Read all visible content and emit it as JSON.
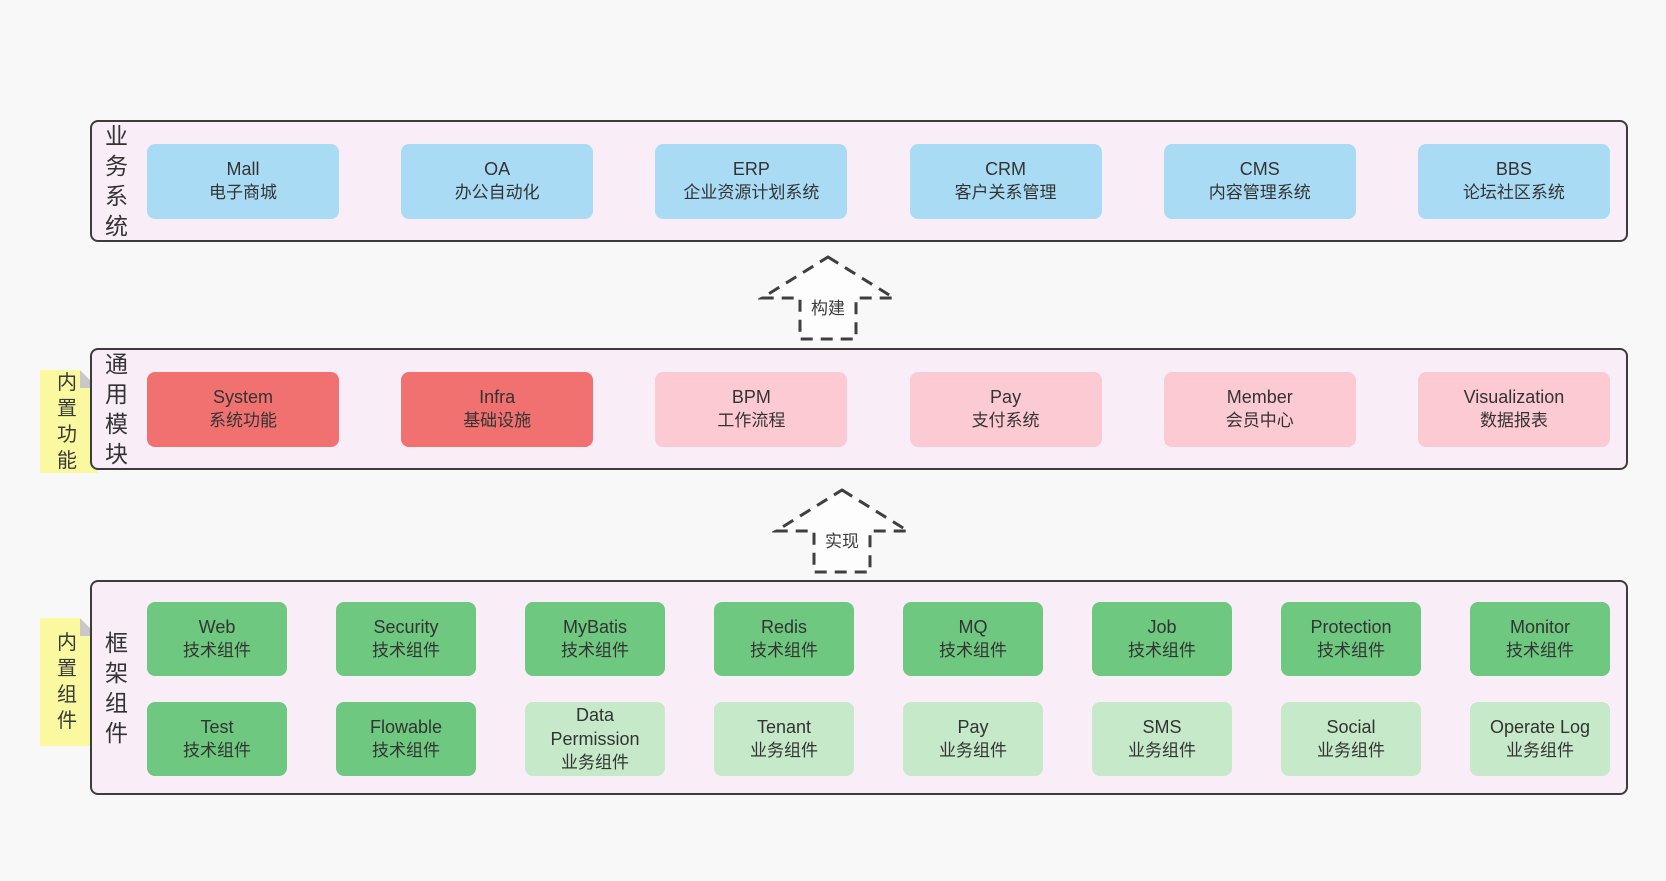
{
  "colors": {
    "page_bg": "#f8f8f8",
    "panel_bg": "#f9eef8",
    "panel_border": "#3c3c3c",
    "blue": "#a9dcf4",
    "red": "#f17170",
    "pink": "#fccad3",
    "green": "#6ec87f",
    "light_green": "#c5e9c9",
    "note_yellow": "#fbf9a0",
    "text": "#333333"
  },
  "layers": {
    "business": {
      "label": "业务系统",
      "boxes": [
        {
          "title": "Mall",
          "subtitle": "电子商城"
        },
        {
          "title": "OA",
          "subtitle": "办公自动化"
        },
        {
          "title": "ERP",
          "subtitle": "企业资源计划系统"
        },
        {
          "title": "CRM",
          "subtitle": "客户关系管理"
        },
        {
          "title": "CMS",
          "subtitle": "内容管理系统"
        },
        {
          "title": "BBS",
          "subtitle": "论坛社区系统"
        }
      ]
    },
    "common": {
      "label": "通用模块",
      "note": "内置功能",
      "boxes": [
        {
          "title": "System",
          "subtitle": "系统功能"
        },
        {
          "title": "Infra",
          "subtitle": "基础设施"
        },
        {
          "title": "BPM",
          "subtitle": "工作流程"
        },
        {
          "title": "Pay",
          "subtitle": "支付系统"
        },
        {
          "title": "Member",
          "subtitle": "会员中心"
        },
        {
          "title": "Visualization",
          "subtitle": "数据报表"
        }
      ]
    },
    "framework": {
      "label": "框架组件",
      "note": "内置组件",
      "row1": [
        {
          "title": "Web",
          "subtitle": "技术组件"
        },
        {
          "title": "Security",
          "subtitle": "技术组件"
        },
        {
          "title": "MyBatis",
          "subtitle": "技术组件"
        },
        {
          "title": "Redis",
          "subtitle": "技术组件"
        },
        {
          "title": "MQ",
          "subtitle": "技术组件"
        },
        {
          "title": "Job",
          "subtitle": "技术组件"
        },
        {
          "title": "Protection",
          "subtitle": "技术组件"
        },
        {
          "title": "Monitor",
          "subtitle": "技术组件"
        }
      ],
      "row2": [
        {
          "title": "Test",
          "subtitle": "技术组件"
        },
        {
          "title": "Flowable",
          "subtitle": "技术组件"
        },
        {
          "title": "Data Permission",
          "subtitle": "业务组件"
        },
        {
          "title": "Tenant",
          "subtitle": "业务组件"
        },
        {
          "title": "Pay",
          "subtitle": "业务组件"
        },
        {
          "title": "SMS",
          "subtitle": "业务组件"
        },
        {
          "title": "Social",
          "subtitle": "业务组件"
        },
        {
          "title": "Operate Log",
          "subtitle": "业务组件"
        }
      ]
    }
  },
  "arrows": {
    "build": {
      "label": "构建"
    },
    "implement": {
      "label": "实现"
    }
  }
}
